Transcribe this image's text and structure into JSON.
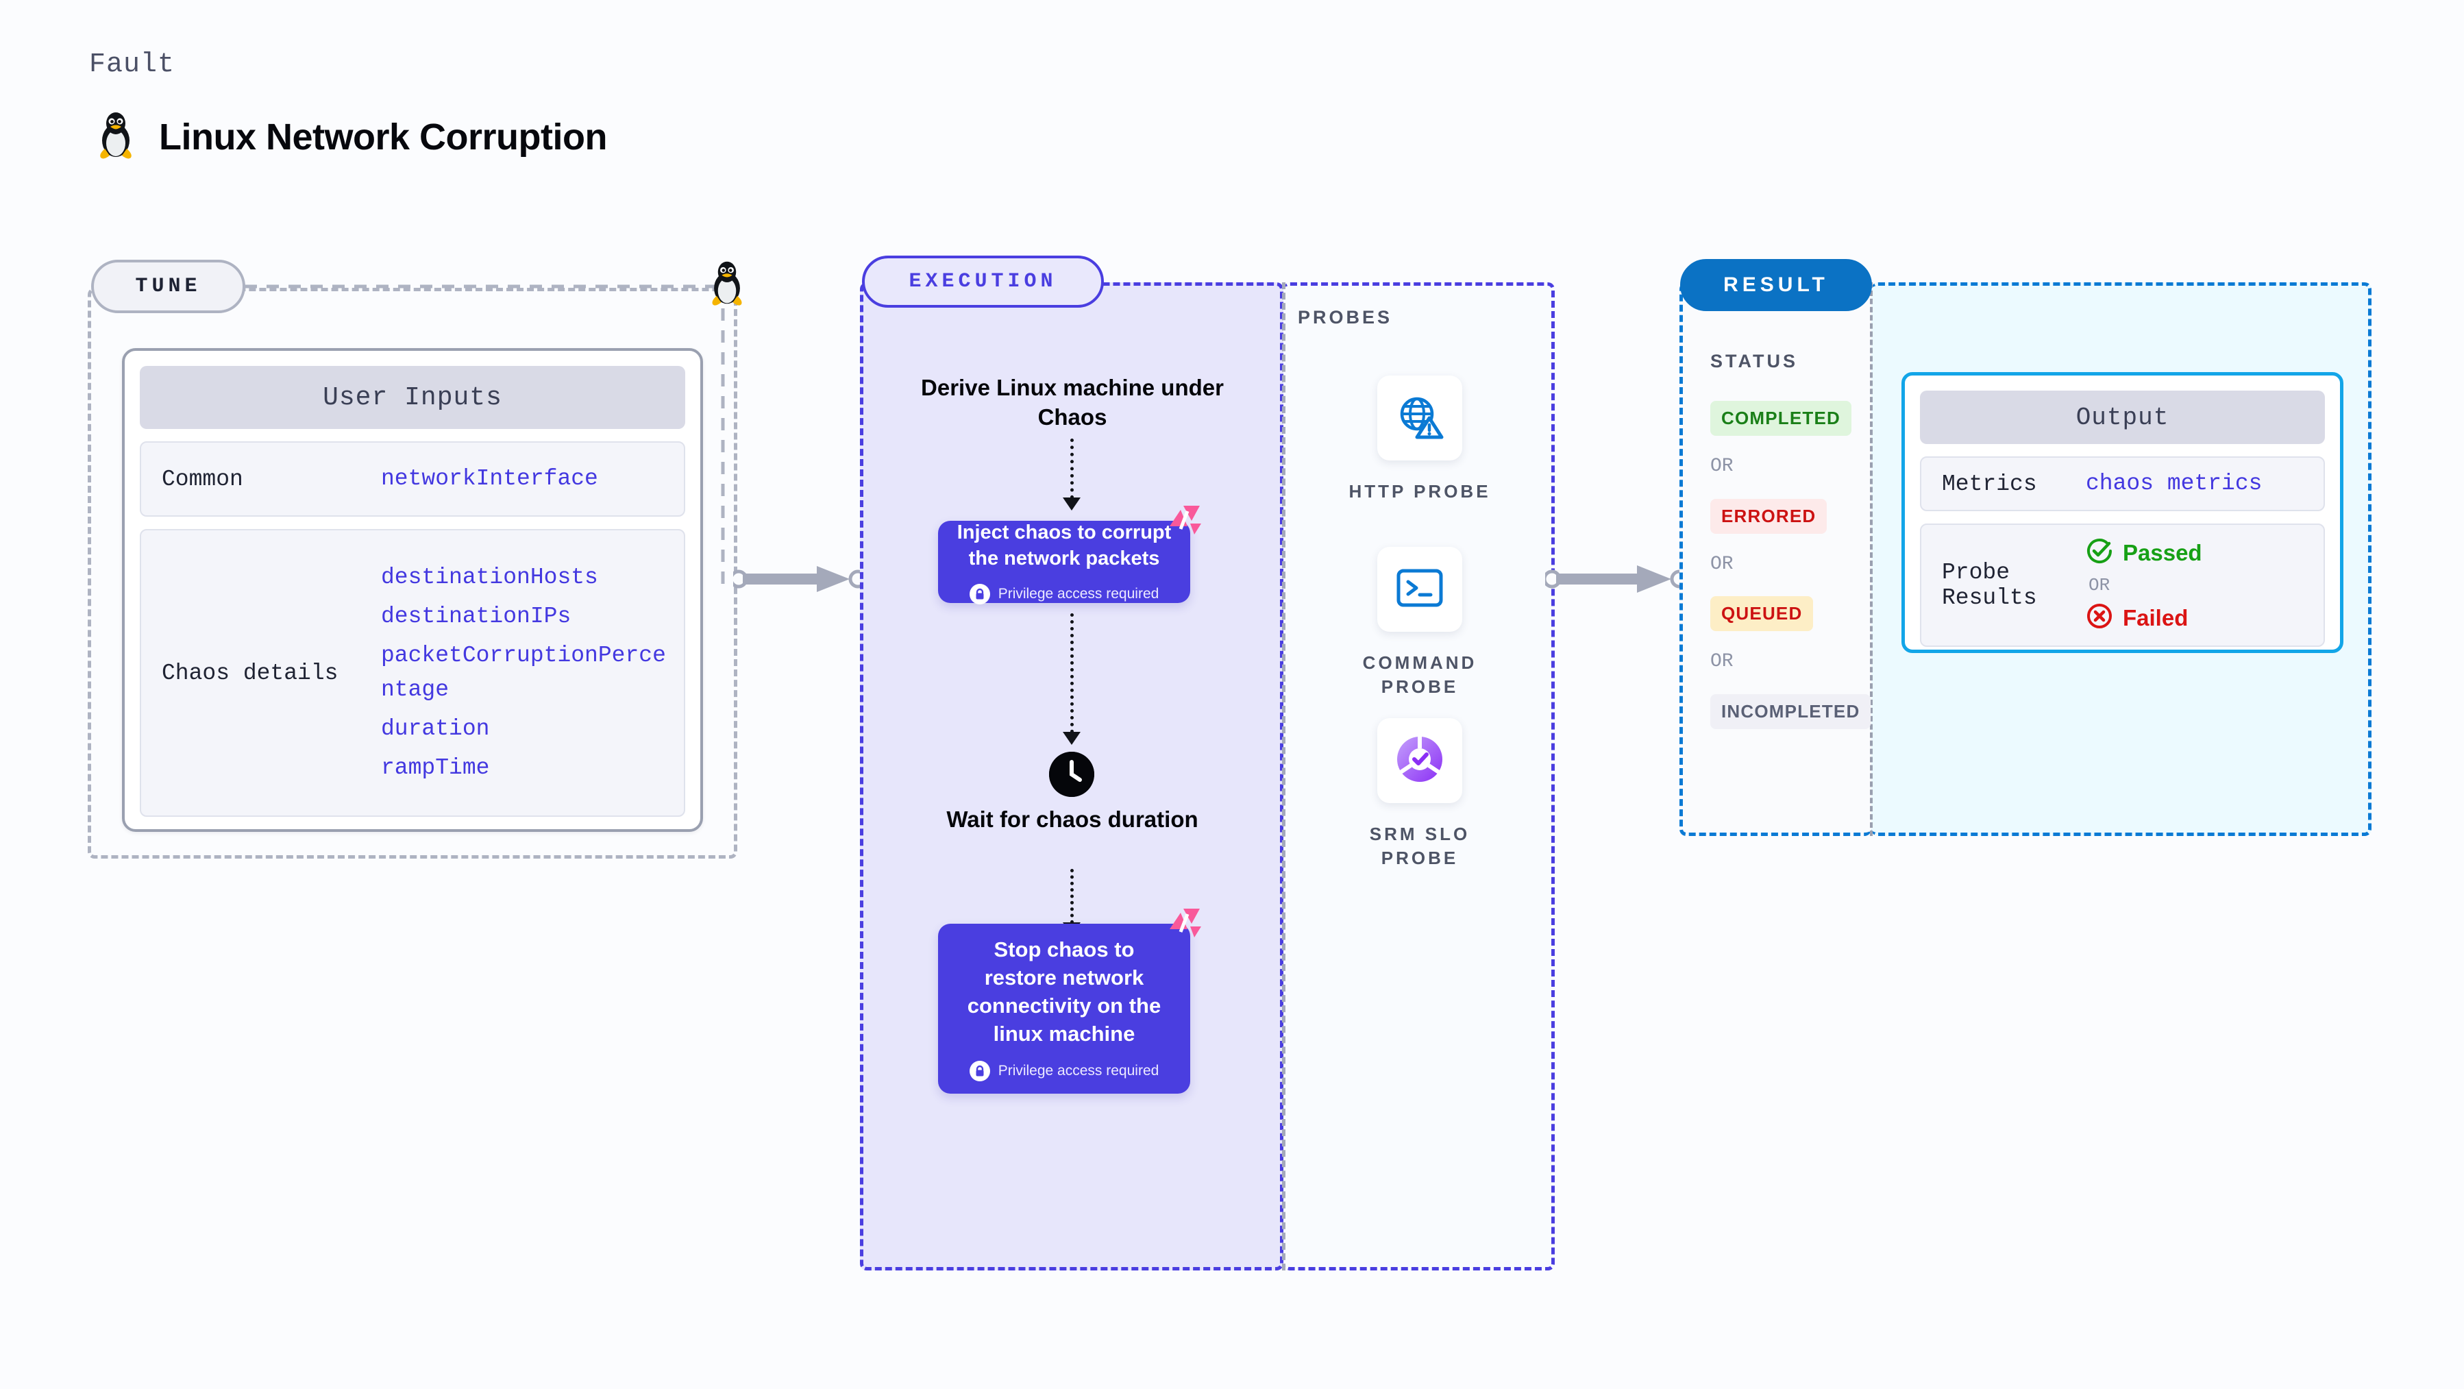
{
  "header": {
    "kicker": "Fault",
    "title": "Linux Network Corruption",
    "icon": "linux-penguin-icon"
  },
  "tune": {
    "pill_label": "TUNE",
    "card_title": "User Inputs",
    "sections": [
      {
        "key": "Common",
        "values": [
          "networkInterface"
        ]
      },
      {
        "key": "Chaos details",
        "values": [
          "destinationHosts",
          "destinationIPs",
          "packetCorruptionPercentage",
          "duration",
          "rampTime"
        ]
      }
    ]
  },
  "execution": {
    "pill_label": "EXECUTION",
    "step1_text": "Derive Linux machine under Chaos",
    "step2_title": "Inject chaos to corrupt the network packets",
    "step2_privilege": "Privilege access required",
    "step3_text": "Wait for chaos duration",
    "step4_title": "Stop chaos to restore network connectivity on the linux machine",
    "step4_privilege": "Privilege access required"
  },
  "probes": {
    "section_label": "PROBES",
    "items": [
      {
        "label": "HTTP PROBE",
        "icon": "globe-warning-icon"
      },
      {
        "label": "COMMAND PROBE",
        "icon": "terminal-icon"
      },
      {
        "label": "SRM SLO PROBE",
        "icon": "slo-donut-check-icon"
      }
    ]
  },
  "result": {
    "pill_label": "RESULT",
    "status_label": "STATUS",
    "or_label": "OR",
    "statuses": [
      {
        "label": "COMPLETED",
        "color": "#1a7f18",
        "bg": "#dff5dd"
      },
      {
        "label": "ERRORED",
        "color": "#cc1212",
        "bg": "#fdeaea"
      },
      {
        "label": "QUEUED",
        "color": "#cc1212",
        "bg": "#fdeec6"
      },
      {
        "label": "INCOMPLETED",
        "color": "#5a6075",
        "bg": "#f0f0f6"
      }
    ],
    "output": {
      "card_title": "Output",
      "metrics_key": "Metrics",
      "metrics_value": "chaos metrics",
      "probe_results_key": "Probe Results",
      "passed_label": "Passed",
      "or_label": "OR",
      "failed_label": "Failed"
    }
  },
  "colors": {
    "page_bg": "#fbfcfe",
    "execution_accent": "#4a3ee0",
    "result_accent": "#0b7ad4",
    "output_accent": "#12a5e8",
    "value_text": "#4338e0",
    "harness_pink": "#f9599a"
  }
}
